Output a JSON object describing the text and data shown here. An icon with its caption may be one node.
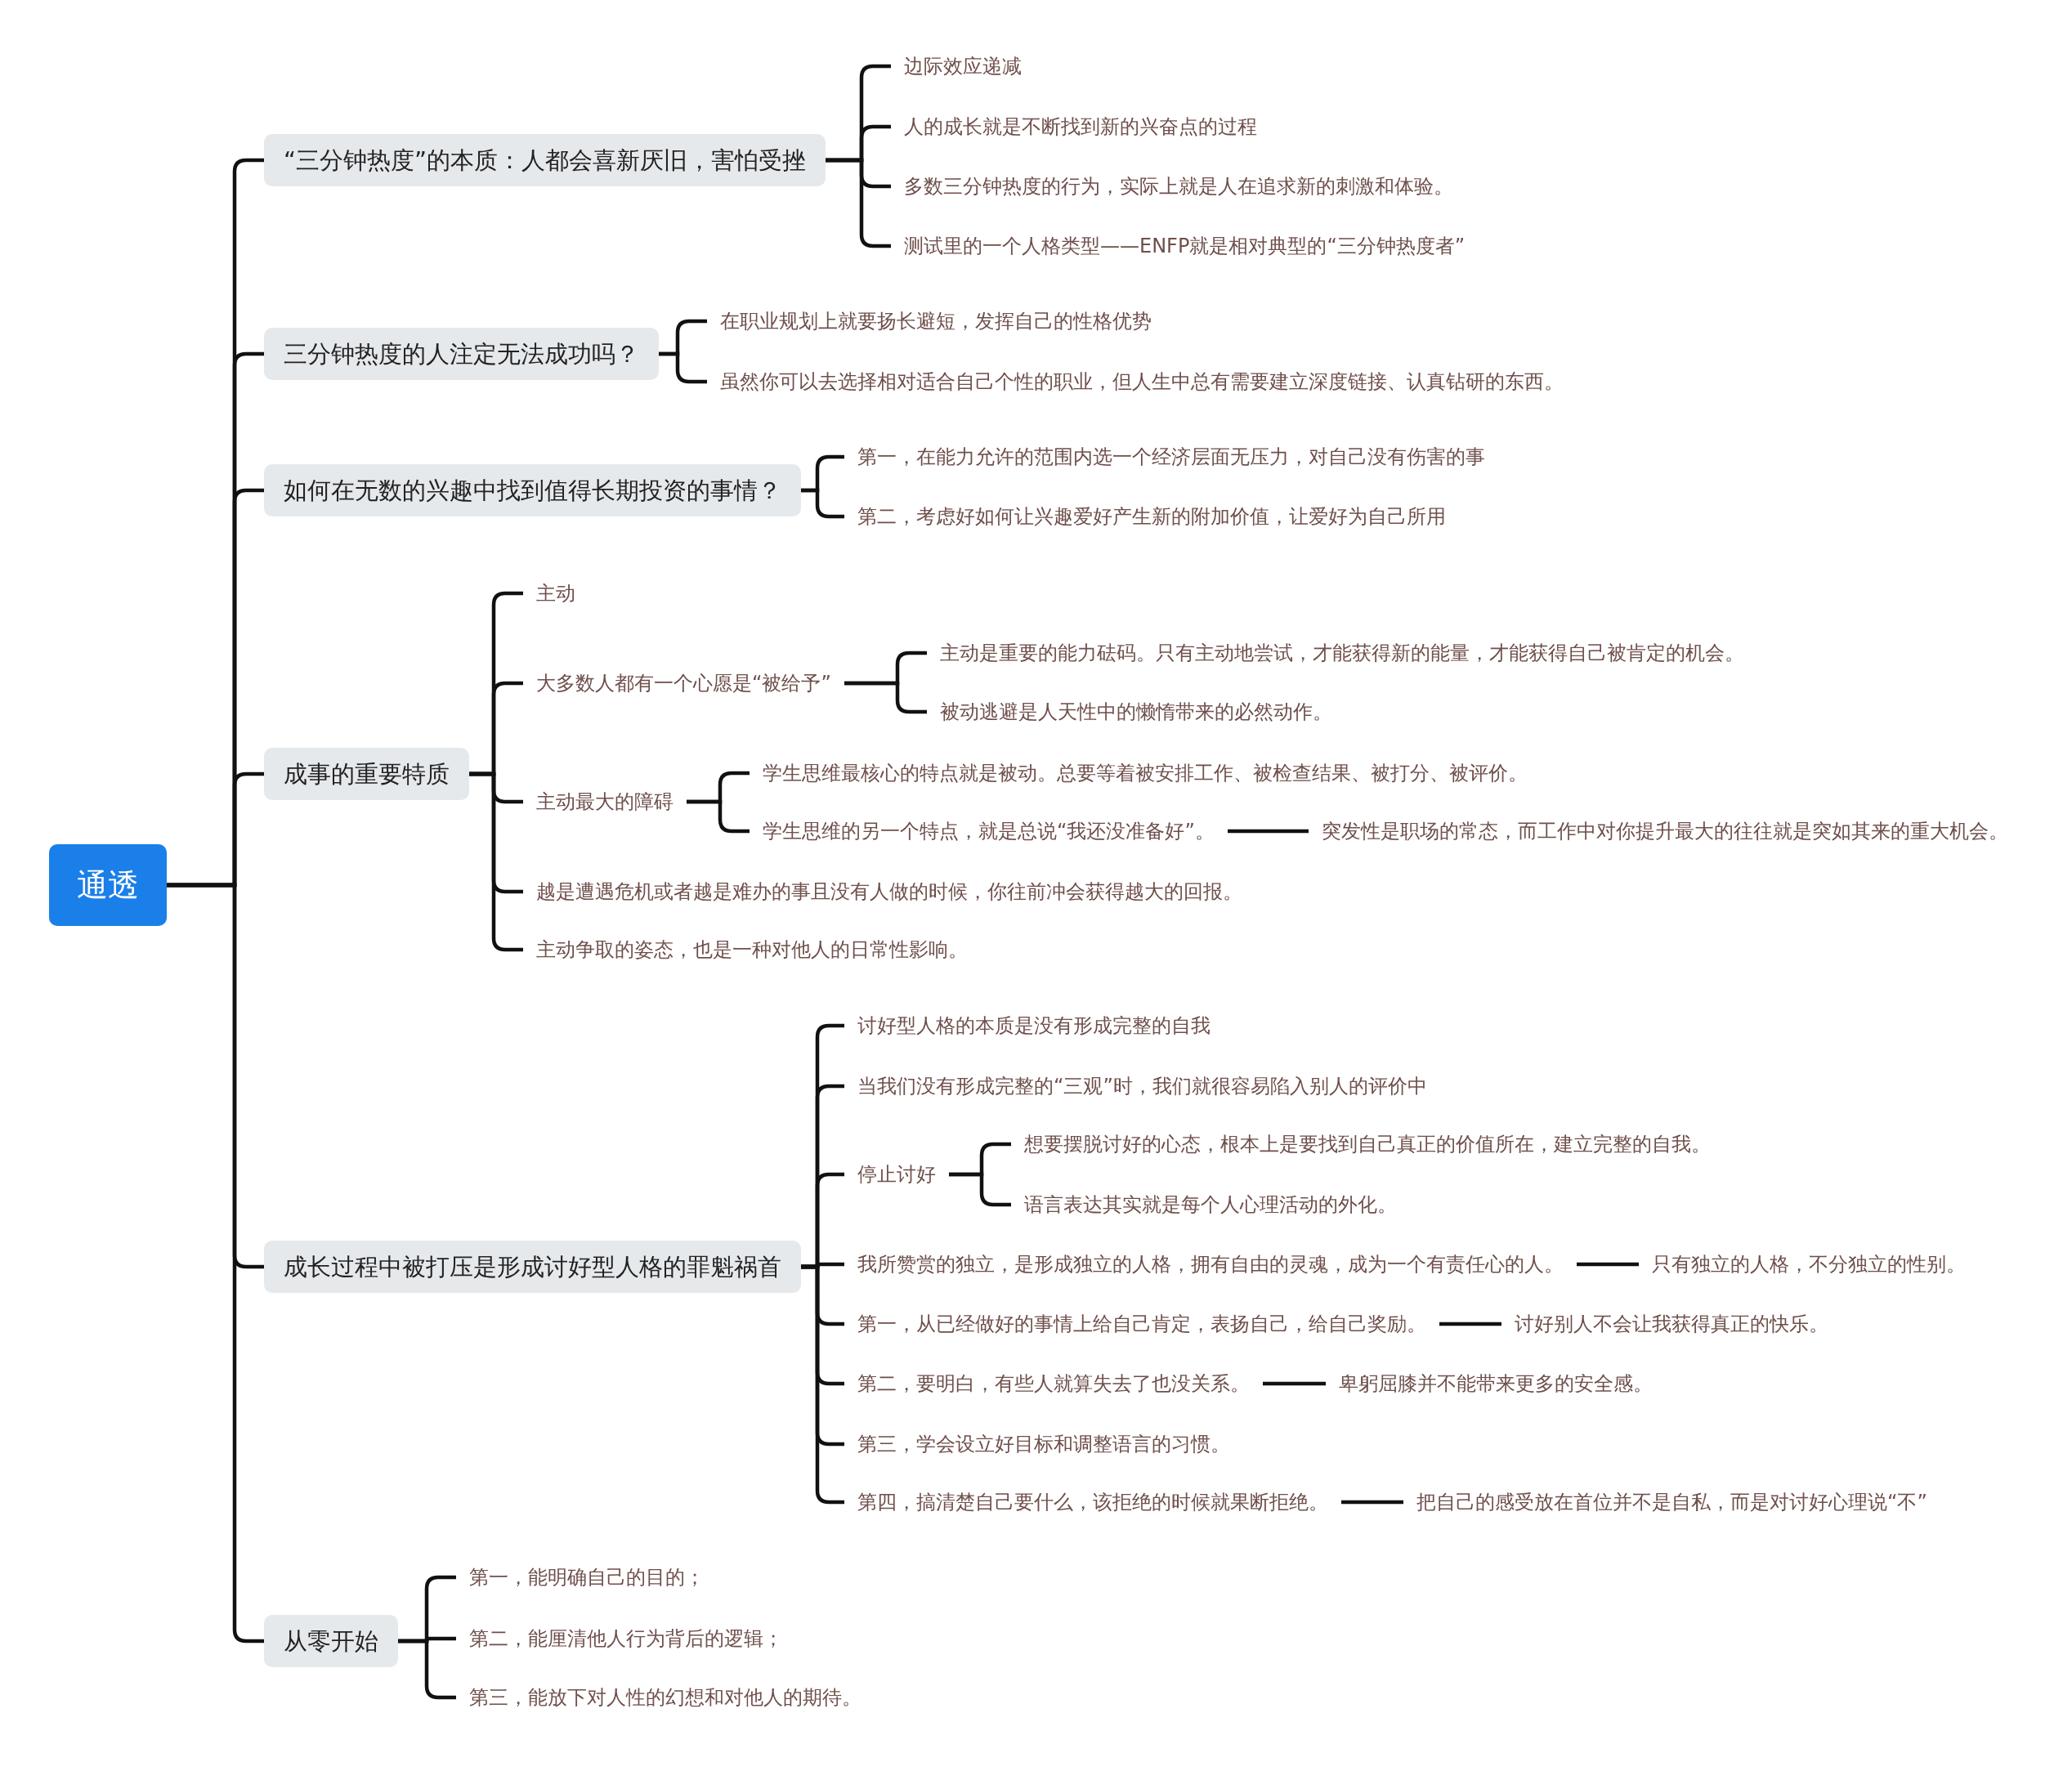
{
  "diagram": {
    "nodes": [
      {
        "text": [
          "通透"
        ]
      },
      {
        "text": [
          "“三分钟热度”的本质：人都会喜新厌旧，害怕受挫"
        ]
      },
      {
        "text": [
          "边际效应递减"
        ]
      },
      {
        "text": [
          "人的成长就是不断找到新的兴奋点的过程"
        ]
      },
      {
        "text": [
          "多数三分钟热度的行为，实际上就是人在追求新的刺激和体验。"
        ]
      },
      {
        "text": [
          "测试里的一个人格类型——ENFP就是相对典型的“三分钟热度者”"
        ]
      },
      {
        "text": [
          "三分钟热度的人注定无法成功吗？"
        ]
      },
      {
        "text": [
          "在职业规划上就要扬长避短，发挥自己的性格优势"
        ]
      },
      {
        "text": [
          "虽然你可以去选择相对适合自己个性的职业，但人生中总有需要建立深度链接、认真钻研的东西。"
        ]
      },
      {
        "text": [
          "如何在无数的兴趣中找到值得长期投资的事情？"
        ]
      },
      {
        "text": [
          "第一，在能力允许的范围内选一个经济层面无压力，对自己没有伤害的事"
        ]
      },
      {
        "text": [
          "第二，考虑好如何让兴趣爱好产生新的附加价值，让爱好为自己所用"
        ]
      },
      {
        "text": [
          "成事的重要特质"
        ]
      },
      {
        "text": [
          "主动"
        ]
      },
      {
        "text": [
          "大多数人都有一个心愿是“被给予”"
        ]
      },
      {
        "text": [
          "主动是重要的能力砝码。只有主动地尝试，才能获得新的能量，才能获得自己被肯定的机会。"
        ]
      },
      {
        "text": [
          "被动逃避是人天性中的懒惰带来的必然动作。"
        ]
      },
      {
        "text": [
          "主动最大的障碍"
        ]
      },
      {
        "text": [
          "学生思维最核心的特点就是被动。总要等着被安排工作、被检查结果、被打分、被评价。"
        ]
      },
      {
        "text": [
          "学生思维的另一个特点，就是总说“我还没准备好”。"
        ]
      },
      {
        "text": [
          "突发性是职场的常态，而工作中对你提升最大的往往就是突如其来的重大机会。"
        ]
      },
      {
        "text": [
          "越是遭遇危机或者越是难办的事且没有人做的时候，你往前冲会获得越大的回报。"
        ]
      },
      {
        "text": [
          "主动争取的姿态，也是一种对他人的日常性影响。"
        ]
      },
      {
        "text": [
          "成长过程中被打压是形成讨好型人格的罪魁祸首"
        ]
      },
      {
        "text": [
          "讨好型人格的本质是没有形成完整的自我"
        ]
      },
      {
        "text": [
          "当我们没有形成完整的“三观”时，我们就很容易陷入别人的评价中"
        ]
      },
      {
        "text": [
          "停止讨好"
        ]
      },
      {
        "text": [
          "想要摆脱讨好的心态，根本上是要找到自己真正的价值所在，建立完整的自我。"
        ]
      },
      {
        "text": [
          "语言表达其实就是每个人心理活动的外化。"
        ]
      },
      {
        "text": [
          "我所赞赏的独立，是形成独立的人格，拥有自由的灵魂，成为一个有责任心的人。"
        ]
      },
      {
        "text": [
          "只有独立的人格，不分独立的性别。"
        ]
      },
      {
        "text": [
          "第一，从已经做好的事情上给自己肯定，表扬自己，给自己奖励。"
        ]
      },
      {
        "text": [
          "讨好别人不会让我获得真正的快乐。"
        ]
      },
      {
        "text": [
          "第二，要明白，有些人就算失去了也没关系。"
        ]
      },
      {
        "text": [
          "卑躬屈膝并不能带来更多的安全感。"
        ]
      },
      {
        "text": [
          "第三，学会设立好目标和调整语言的习惯。"
        ]
      },
      {
        "text": [
          "第四，搞清楚自己要什么，该拒绝的时候就果断拒绝。"
        ]
      },
      {
        "text": [
          "把自己的感受放在首位并不是自私，而是对讨好心理说“不”"
        ]
      },
      {
        "text": [
          "从零开始"
        ]
      },
      {
        "text": [
          "第一，能明确自己的目的；"
        ]
      },
      {
        "text": [
          "第二，能厘清他人行为背后的逻辑；"
        ]
      },
      {
        "text": [
          "第三，能放下对人性的幻想和对他人的期待。"
        ]
      }
    ],
    "edges": [
      {
        "from": 0,
        "to": 1,
        "arrow": "none"
      },
      {
        "from": 0,
        "to": 6,
        "arrow": "none"
      },
      {
        "from": 0,
        "to": 9,
        "arrow": "none"
      },
      {
        "from": 0,
        "to": 12,
        "arrow": "none"
      },
      {
        "from": 0,
        "to": 23,
        "arrow": "none"
      },
      {
        "from": 0,
        "to": 38,
        "arrow": "none"
      },
      {
        "from": 1,
        "to": 2,
        "arrow": "none"
      },
      {
        "from": 1,
        "to": 3,
        "arrow": "none"
      },
      {
        "from": 1,
        "to": 4,
        "arrow": "none"
      },
      {
        "from": 1,
        "to": 5,
        "arrow": "none"
      },
      {
        "from": 6,
        "to": 7,
        "arrow": "none"
      },
      {
        "from": 6,
        "to": 8,
        "arrow": "none"
      },
      {
        "from": 9,
        "to": 10,
        "arrow": "none"
      },
      {
        "from": 9,
        "to": 11,
        "arrow": "none"
      },
      {
        "from": 12,
        "to": 13,
        "arrow": "none"
      },
      {
        "from": 12,
        "to": 14,
        "arrow": "none"
      },
      {
        "from": 12,
        "to": 17,
        "arrow": "none"
      },
      {
        "from": 12,
        "to": 21,
        "arrow": "none"
      },
      {
        "from": 12,
        "to": 22,
        "arrow": "none"
      },
      {
        "from": 14,
        "to": 15,
        "arrow": "none"
      },
      {
        "from": 14,
        "to": 16,
        "arrow": "none"
      },
      {
        "from": 17,
        "to": 18,
        "arrow": "none"
      },
      {
        "from": 17,
        "to": 19,
        "arrow": "none"
      },
      {
        "from": 19,
        "to": 20,
        "arrow": "none"
      },
      {
        "from": 23,
        "to": 24,
        "arrow": "none"
      },
      {
        "from": 23,
        "to": 25,
        "arrow": "none"
      },
      {
        "from": 23,
        "to": 26,
        "arrow": "none"
      },
      {
        "from": 23,
        "to": 29,
        "arrow": "none"
      },
      {
        "from": 23,
        "to": 31,
        "arrow": "none"
      },
      {
        "from": 23,
        "to": 33,
        "arrow": "none"
      },
      {
        "from": 23,
        "to": 35,
        "arrow": "none"
      },
      {
        "from": 23,
        "to": 36,
        "arrow": "none"
      },
      {
        "from": 26,
        "to": 27,
        "arrow": "none"
      },
      {
        "from": 26,
        "to": 28,
        "arrow": "none"
      },
      {
        "from": 29,
        "to": 30,
        "arrow": "none"
      },
      {
        "from": 31,
        "to": 32,
        "arrow": "none"
      },
      {
        "from": 33,
        "to": 34,
        "arrow": "none"
      },
      {
        "from": 36,
        "to": 37,
        "arrow": "none"
      },
      {
        "from": 38,
        "to": 39,
        "arrow": "none"
      },
      {
        "from": 38,
        "to": 40,
        "arrow": "none"
      },
      {
        "from": 38,
        "to": 41,
        "arrow": "none"
      }
    ]
  }
}
